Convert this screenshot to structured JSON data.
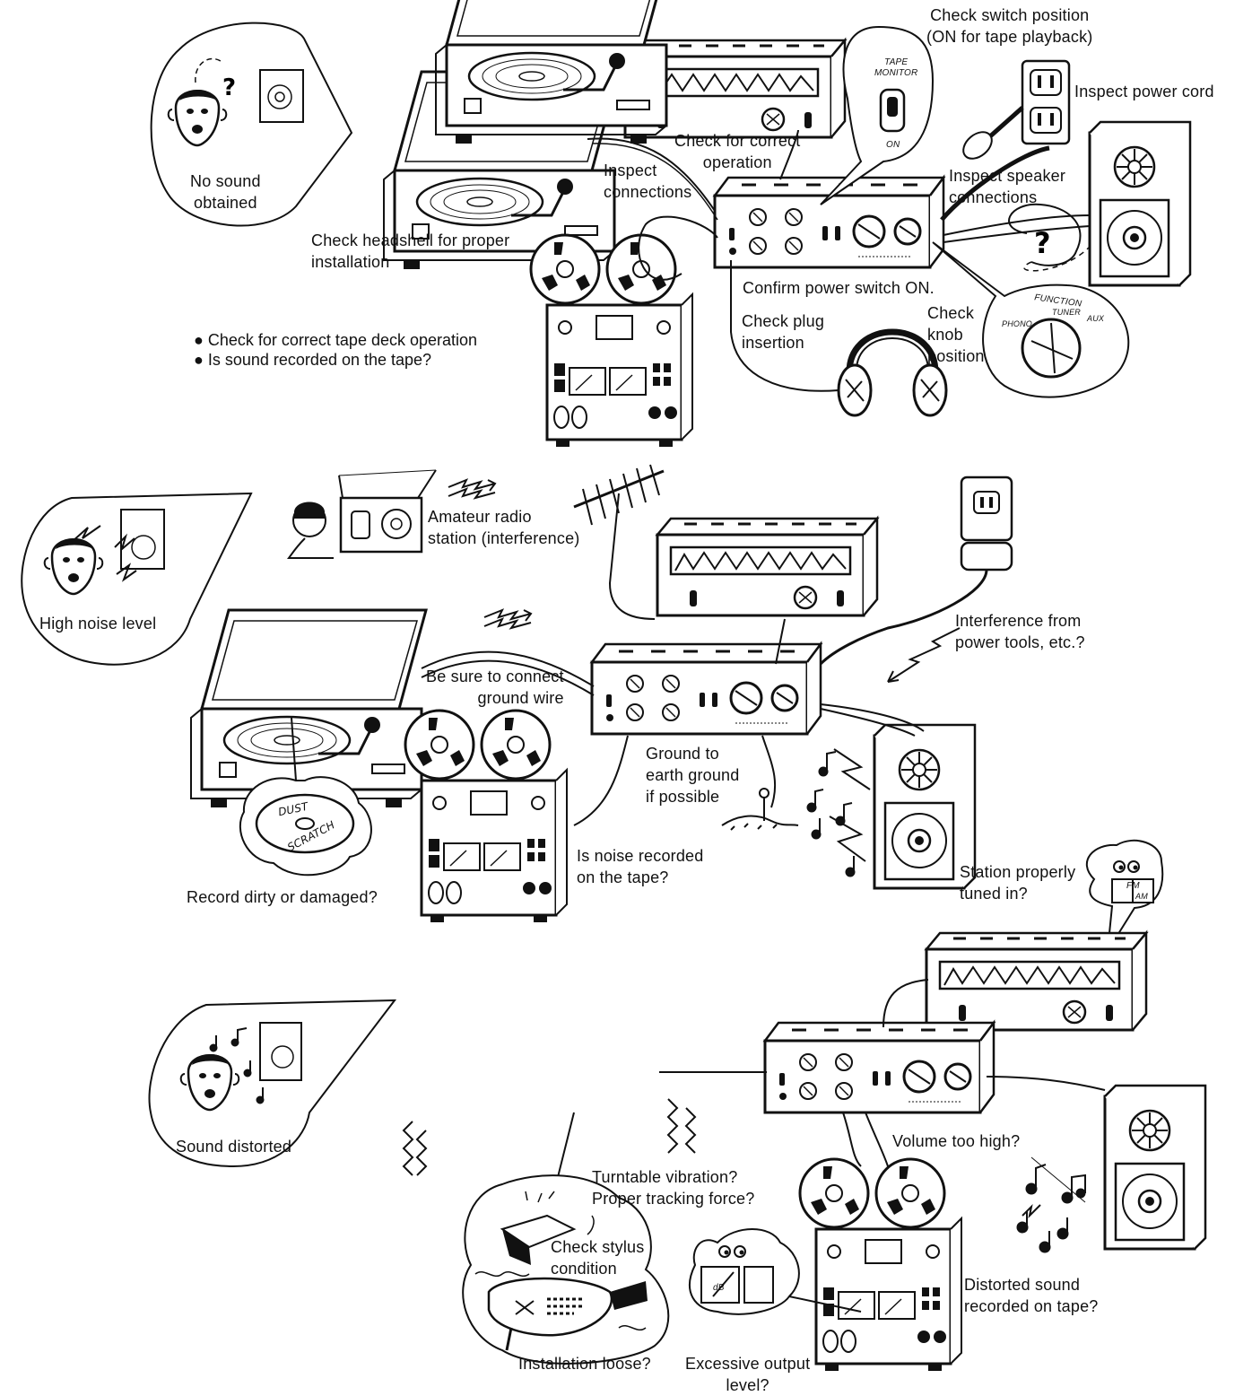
{
  "sections": [
    {
      "symptom": "No sound\nobtained",
      "labels": {
        "check_switch_position": "Check switch position\n(ON for tape playback)",
        "inspect_power_cord": "Inspect power cord",
        "check_correct_operation": "Check for correct\noperation",
        "inspect_connections": "Inspect\nconnections",
        "inspect_speaker_connections": "Inspect speaker\nconnections",
        "check_headshell": "Check headshell for proper\ninstallation",
        "confirm_power_switch": "Confirm power switch ON.",
        "check_plug_insertion": "Check plug\ninsertion",
        "check_knob_position": "Check\nknob\nposition",
        "tape_deck_operation": "Check for correct tape deck operation",
        "sound_recorded": "Is sound recorded on the tape?"
      },
      "tape_monitor_label": "TAPE\nMONITOR",
      "tape_monitor_on": "ON",
      "function_label": "FUNCTION",
      "tuner_label": "TUNER",
      "phono_label": "PHONO",
      "aux_label": "AUX"
    },
    {
      "symptom": "High noise level",
      "labels": {
        "amateur_radio": "Amateur radio\nstation (interference)",
        "interference_power_tools": "Interference from\npower tools, etc.?",
        "ground_wire": "Be sure to connect\nground wire",
        "earth_ground": "Ground to\nearth ground\nif possible",
        "noise_recorded": "Is noise recorded\non the tape?",
        "station_tuned": "Station properly\ntuned in?",
        "record_dirty": "Record dirty or damaged?"
      },
      "dust_label": "DUST",
      "scratch_label": "SCRATCH",
      "fm_label": "FM",
      "am_label": "AM"
    },
    {
      "symptom": "Sound distorted",
      "labels": {
        "volume_high": "Volume too high?",
        "turntable_vibration": "Turntable vibration?",
        "tracking_force": "Proper tracking force?",
        "stylus_condition": "Check stylus\ncondition",
        "installation_loose": "Installation loose?",
        "excessive_output": "Excessive output\nlevel?",
        "distorted_recorded": "Distorted sound\nrecorded on tape?"
      },
      "db_label": "dB"
    }
  ]
}
